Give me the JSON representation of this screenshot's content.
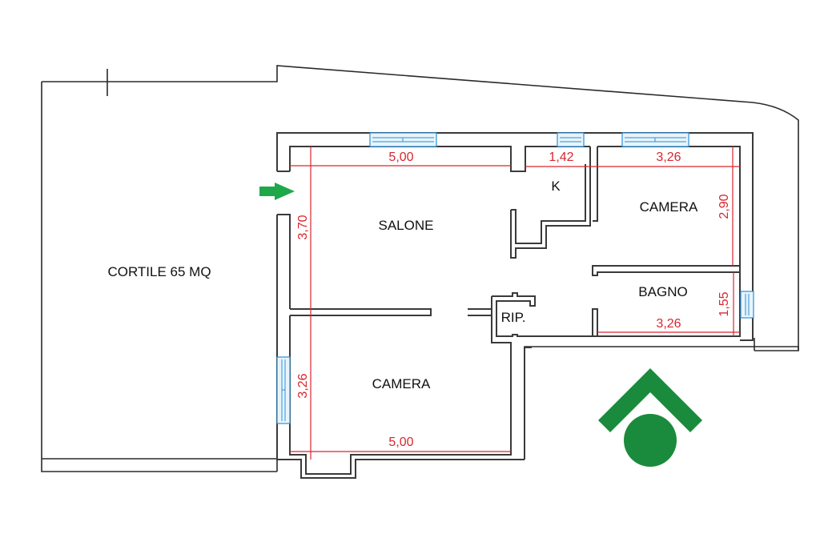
{
  "plan": {
    "rooms": {
      "cortile": "CORTILE 65 MQ",
      "salone": "SALONE",
      "kitchen": "K",
      "camera_top": "CAMERA",
      "bagno": "BAGNO",
      "ripostiglio": "RIP.",
      "camera_bottom": "CAMERA"
    },
    "dimensions": {
      "salone_width": "5,00",
      "salone_depth": "3,70",
      "kitchen_width": "1,42",
      "camera_top_width": "3,26",
      "camera_top_depth": "2,90",
      "bagno_width": "3,26",
      "bagno_depth": "1,55",
      "camera_bottom_width": "5,00",
      "camera_bottom_depth": "3,26"
    },
    "colors": {
      "walls": "#3a3a3a",
      "dimensions": "#d9262e",
      "windows": "#2a8fd6",
      "entrance_arrow": "#1fa84a",
      "logo": "#1a8b3c"
    },
    "entrance_icon": "arrow-right-icon",
    "logo_icon": "house-roof-circle-logo"
  }
}
